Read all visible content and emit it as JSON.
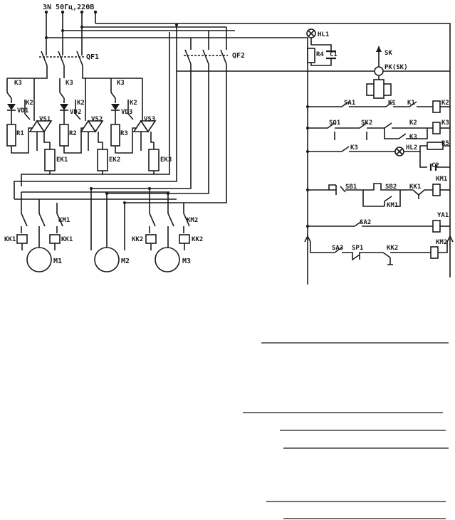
{
  "supply": {
    "label": "3N  50Гц,220В"
  },
  "breakers": [
    "QF1",
    "QF2"
  ],
  "heaters": {
    "contactors": [
      "K3",
      "K3",
      "K3"
    ],
    "relays": [
      "K2",
      "K2",
      "K2"
    ],
    "diodes": [
      "VD1",
      "VD2",
      "VD3"
    ],
    "resistors": [
      "R1",
      "R2",
      "R3"
    ],
    "thyristors": [
      "VS1",
      "VS2",
      "VS3"
    ],
    "elements": [
      "EK1",
      "EK2",
      "EK3"
    ]
  },
  "motors": {
    "names": [
      "M1",
      "M2",
      "M3"
    ],
    "contacts": [
      "KM1",
      "KM2"
    ],
    "thermal": [
      "KK1",
      "KK1",
      "KK2",
      "KK2"
    ]
  },
  "control": {
    "lamp1": "HL1",
    "r4": "R4",
    "c1": "C1",
    "sk": "SK",
    "pk": "PK(SK)",
    "rows": [
      {
        "items": [
          "SA1",
          "K1",
          "K1"
        ],
        "coil": "K2"
      },
      {
        "items": [
          "SQ1",
          "SK2",
          "K2",
          "K3"
        ],
        "coil": "K3"
      },
      {
        "items": [
          "K3",
          "HL2"
        ],
        "coil": "R5",
        "extra": "C2"
      },
      {
        "items": [
          "SB1",
          "SB2",
          "KK1",
          "KM1"
        ],
        "coil": "KM1"
      },
      {
        "items": [
          "SA2"
        ],
        "coil": "YA1"
      },
      {
        "items": [
          "SA3",
          "SP1",
          "KK2"
        ],
        "coil": "KM2"
      }
    ]
  }
}
